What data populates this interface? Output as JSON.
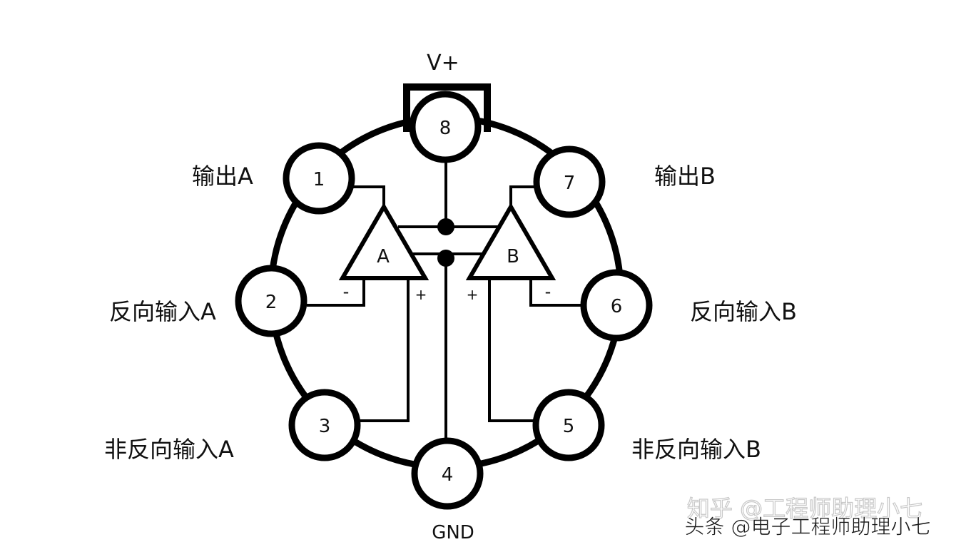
{
  "supply_label": "V+",
  "ground_label": "GND",
  "pins": [
    {
      "num": "1",
      "label": "输出A"
    },
    {
      "num": "2",
      "label": "反向输入A"
    },
    {
      "num": "3",
      "label": "非反向输入A"
    },
    {
      "num": "4",
      "label": ""
    },
    {
      "num": "5",
      "label": "非反向输入B"
    },
    {
      "num": "6",
      "label": "反向输入B"
    },
    {
      "num": "7",
      "label": "输出B"
    },
    {
      "num": "8",
      "label": ""
    }
  ],
  "amps": [
    {
      "name": "A",
      "minus": "-",
      "plus": "+"
    },
    {
      "name": "B",
      "minus": "-",
      "plus": "+"
    }
  ],
  "watermarks": [
    "知乎 @工程师助理小七",
    "头条 @电子工程师助理小七"
  ]
}
